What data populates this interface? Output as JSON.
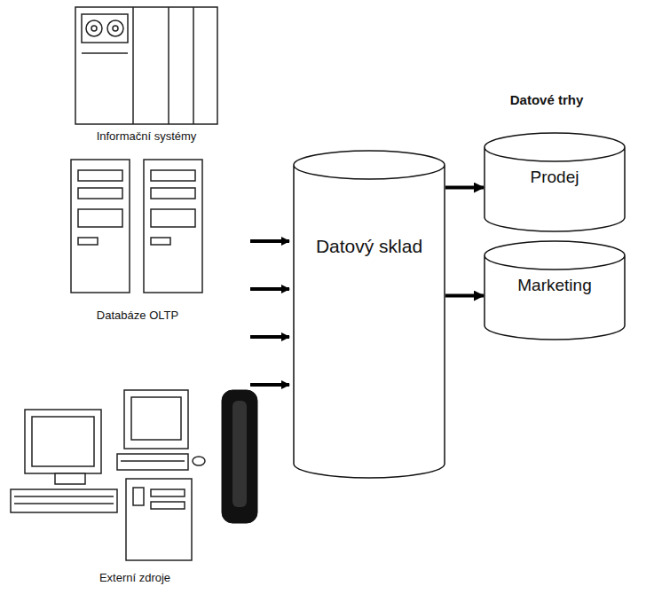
{
  "diagram": {
    "nodes": [
      {
        "text": [
          "Datový sklad"
        ]
      },
      {
        "text": [
          "Prodej"
        ]
      },
      {
        "text": [
          "Marketing"
        ]
      }
    ],
    "edges": [
      {
        "from": 0,
        "to": 1,
        "arrow": "to"
      },
      {
        "from": 0,
        "to": 2,
        "arrow": "to"
      }
    ],
    "labels": [
      "Informační systémy",
      "Datové trhy",
      "Databáze OLTP",
      "Externí zdroje"
    ]
  }
}
